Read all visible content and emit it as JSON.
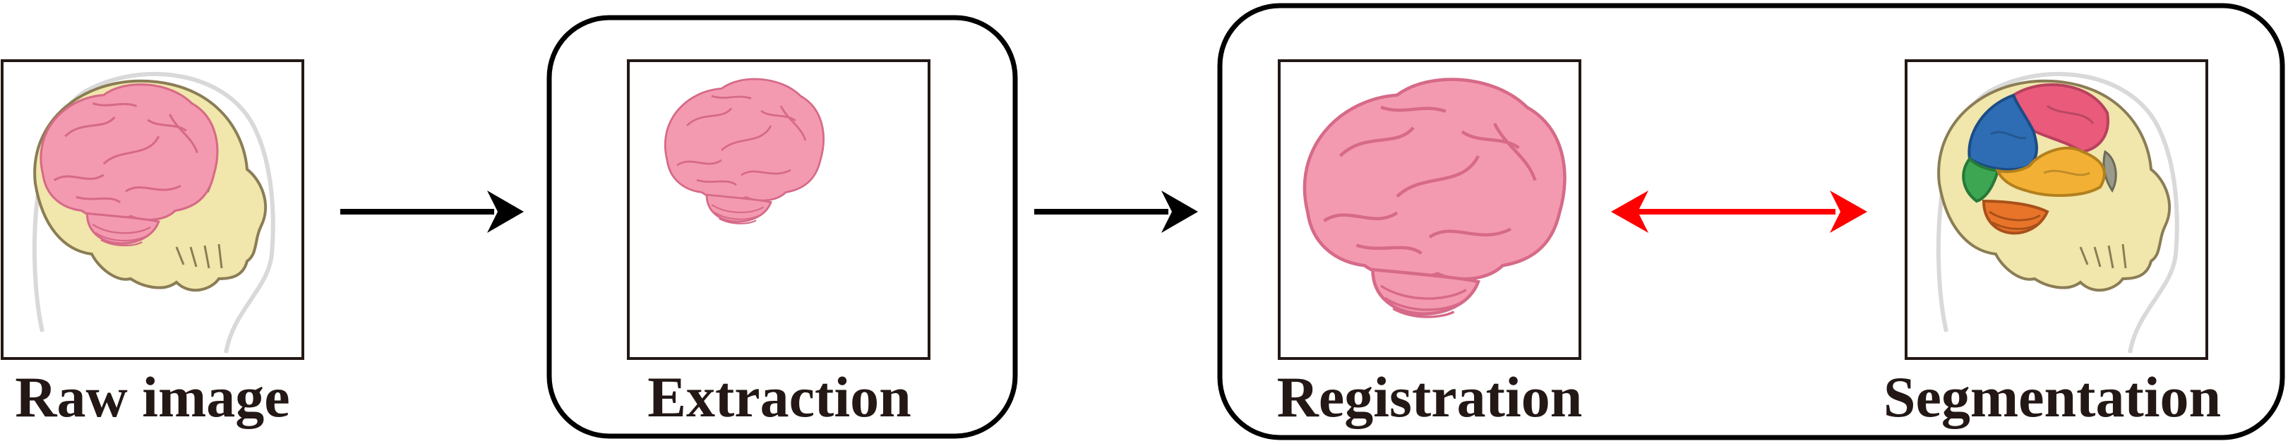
{
  "labels": {
    "raw": "Raw image",
    "extraction": "Extraction",
    "registration": "Registration",
    "segmentation": "Segmentation"
  },
  "colors": {
    "ink": "#231815",
    "brain_pink": "#f49ab0",
    "brain_stroke": "#d66a88",
    "skull": "#f1e6ab",
    "skull_stroke": "#8a7d55",
    "head_outline": "#d9d9d9",
    "double_arrow": "#ff0000",
    "arrow": "#000000",
    "lobe_frontal": "#e95a7b",
    "lobe_parietal": "#2e6db4",
    "lobe_temporal": "#f2b134",
    "lobe_occipital": "#3ca652",
    "lobe_cerebellum": "#e8742a"
  },
  "icons": [
    "arrow-right-icon",
    "arrow-right-icon",
    "double-arrow-icon",
    "brain-icon",
    "skull-icon"
  ]
}
